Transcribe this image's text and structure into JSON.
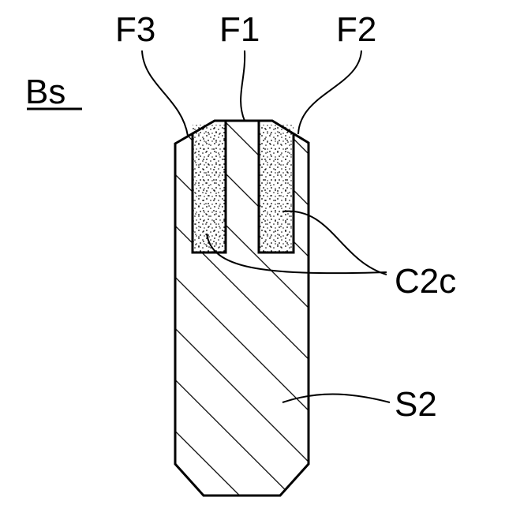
{
  "figure": {
    "title": "Bs",
    "labels": {
      "f3": "F3",
      "f1": "F1",
      "f2": "F2",
      "c2c": "C2c",
      "s2": "S2"
    }
  },
  "colors": {
    "line": "#000000",
    "background": "#ffffff"
  }
}
